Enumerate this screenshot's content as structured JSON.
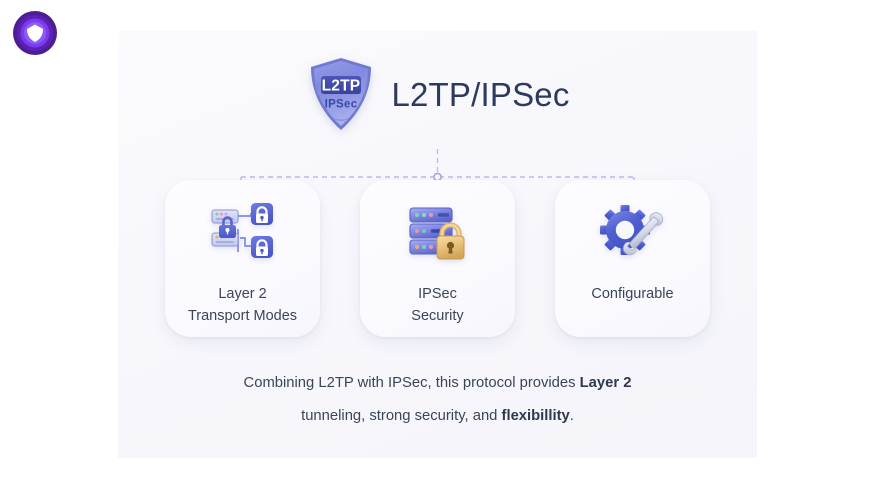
{
  "brand": {
    "logo_icon": "vpn-shield-circle-logo",
    "colors": {
      "outer_ring": "#4c1d95",
      "mid_ring": "#6d28d9",
      "inner_ring": "#8b5cf6",
      "core": "#7c3aed",
      "mark": "#ffffff"
    }
  },
  "header": {
    "badge_icon": "l2tp-ipsec-shield-badge",
    "badge_line1": "L2TP",
    "badge_line2": "IPSec",
    "title": "L2TP/IPSec"
  },
  "connector": {
    "node_icon": "junction-node-dot",
    "style": "dashed",
    "color": "#b9bbee"
  },
  "cards": [
    {
      "id": "layer-2-transport-modes",
      "icon": "servers-with-locks-network-icon",
      "label": "Layer 2\nTransport Modes"
    },
    {
      "id": "ipsec-security",
      "icon": "server-rack-padlock-icon",
      "label": "IPSec\nSecurity"
    },
    {
      "id": "configurable",
      "icon": "gear-wrench-icon",
      "label": "Configurable"
    }
  ],
  "caption": {
    "line1_pre": "Combining L2TP with IPSec, this protocol provides ",
    "line1_bold": "Layer 2",
    "line2_pre": "tunneling, strong security, and ",
    "line2_bold": "flexibillity",
    "line2_post": "."
  },
  "theme": {
    "page_background": "#ffffff",
    "panel_background": "#f7f7fc",
    "card_background": "#fbfbff",
    "title_color": "#2b3a5e",
    "body_text_color": "#3b4559",
    "accent_blue": "#4f5fd0",
    "accent_purple": "#6d63d6",
    "accent_gold": "#e3b867"
  }
}
